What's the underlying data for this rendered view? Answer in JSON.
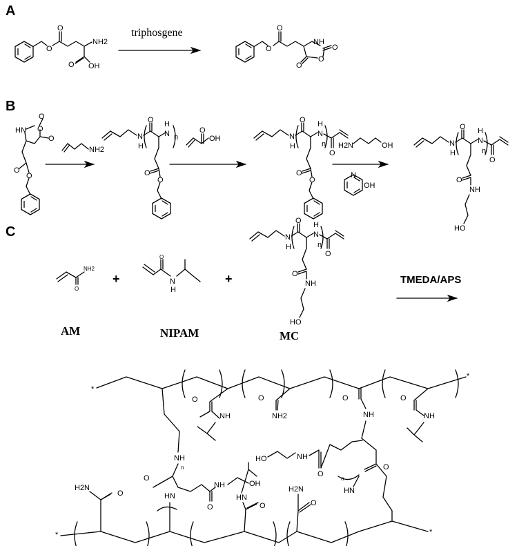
{
  "panels": {
    "a": "A",
    "b": "B",
    "c": "C"
  },
  "reagents": {
    "a_arrow": "triphosgene",
    "c_arrow": "TMEDA/APS"
  },
  "monomers": {
    "am": "AM",
    "nipam": "NIPAM",
    "mc": "MC"
  },
  "plus": "+",
  "atoms": {
    "O": "O",
    "OH": "OH",
    "HO": "HO",
    "NH2": "NH2",
    "H2N": "H2N",
    "NH": "NH",
    "HN": "HN",
    "N": "N",
    "H": "H",
    "n": "n",
    "star": "*"
  },
  "colors": {
    "ink": "#000000",
    "background": "#ffffff"
  }
}
